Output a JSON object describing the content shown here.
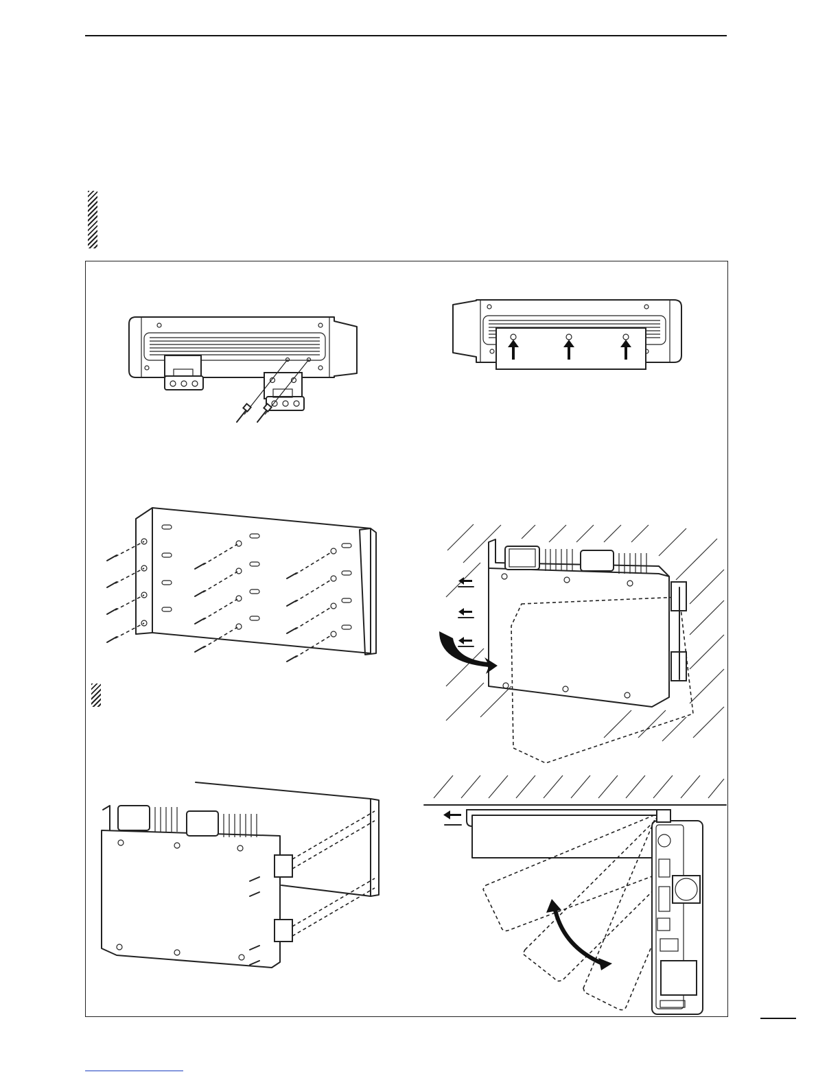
{
  "page": {
    "bottom_link_text": "",
    "page_number_text": ""
  },
  "figures": {
    "bracket_remove": "bracket-removal-illustration",
    "bracket_attach": "bracket-attach-illustration",
    "rack_plate": "rack-plate-screws-illustration",
    "wall_mount": "wall-mount-swing-illustration",
    "rack_assembly": "rack-assembly-illustration",
    "hinge_top_view": "hinge-swing-top-view-illustration"
  },
  "colors": {
    "ink": "#222222",
    "paper": "#ffffff",
    "link": "#1a3fbf"
  }
}
